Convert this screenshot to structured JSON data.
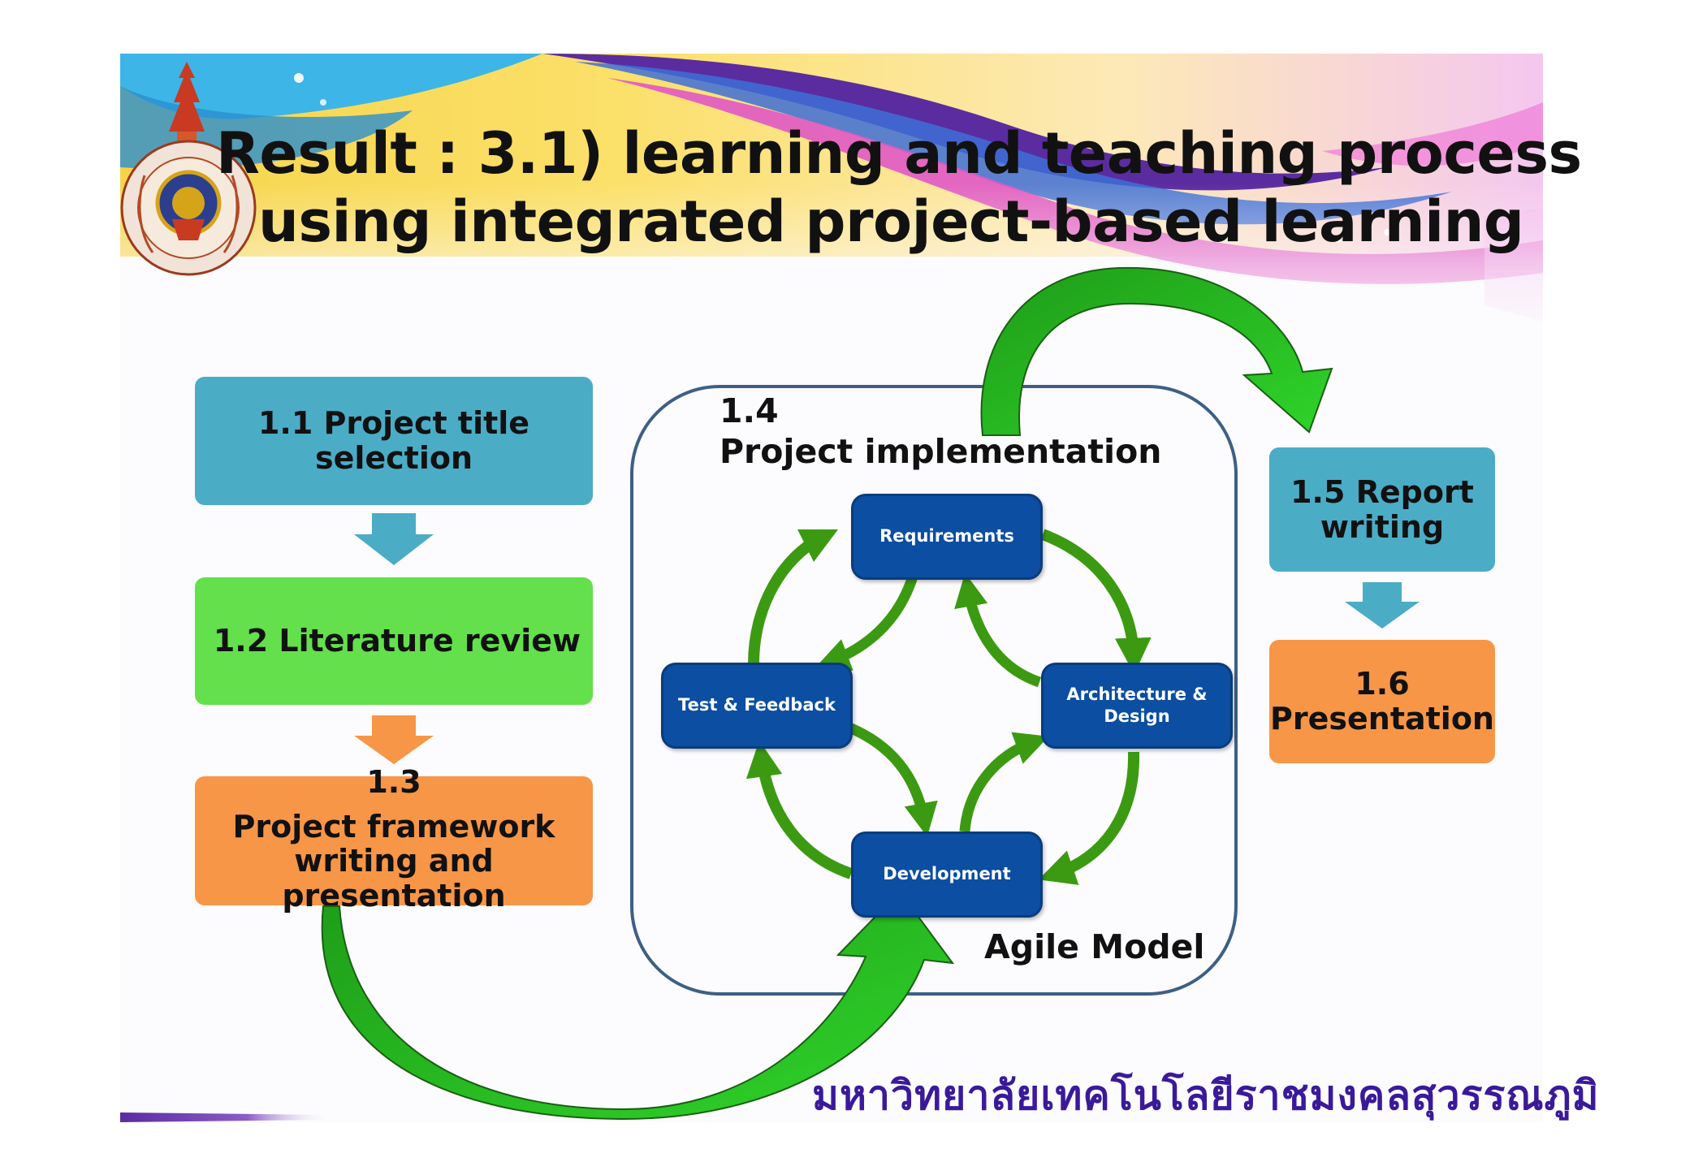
{
  "slide": {
    "title_line_1": "Result : 3.1) learning and teaching process",
    "title_line_2": "using integrated project-based learning"
  },
  "steps": {
    "s1_1": {
      "line1": "1.1 Project  title",
      "line2": "selection"
    },
    "s1_2": {
      "line1": "1.2 Literature review"
    },
    "s1_3": {
      "number": "1.3",
      "line1": "Project framework",
      "line2": "writing and",
      "line3": "presentation"
    },
    "s1_4": {
      "number": "1.4",
      "title": "Project implementation"
    },
    "s1_5": {
      "line1": "1.5 Report",
      "line2": "writing"
    },
    "s1_6": {
      "number": "1.6",
      "line1": "Presentation"
    }
  },
  "agile": {
    "model_label": "Agile Model",
    "requirements": "Requirements",
    "architecture_line1": "Architecture &",
    "architecture_line2": "Design",
    "development": "Development",
    "test_feedback": "Test & Feedback"
  },
  "footer": {
    "university": "มหาวิทยาลัยเทคโนโลยีราชมงคลสุวรรณภูมิ"
  },
  "colors": {
    "box_blue": "#4bacc6",
    "box_green": "#63e04c",
    "box_orange": "#f79646",
    "agile_node": "#0b4ea2",
    "agile_arrow": "#3c9a12",
    "flow_arrow": "#22b81e",
    "footer_text": "#3a1a9a"
  }
}
